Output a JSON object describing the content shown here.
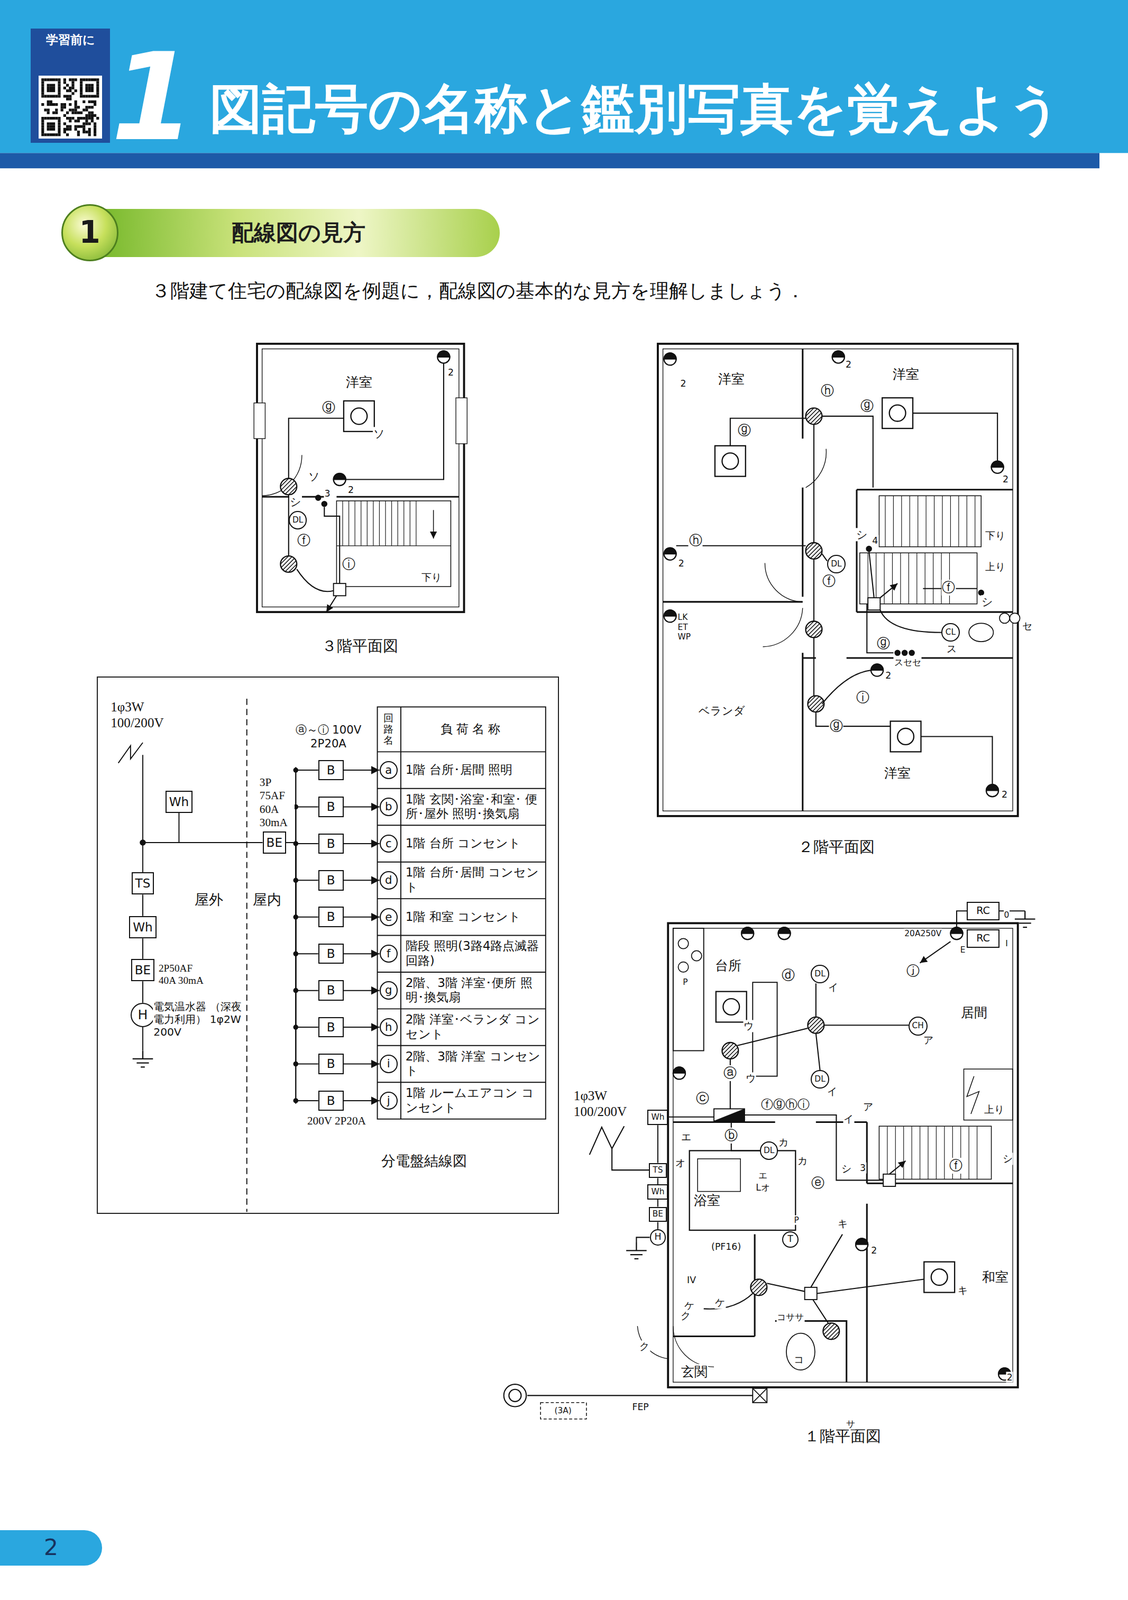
{
  "diagram": {
    "title": "図記号の名称と鑑別写真を覚えよう",
    "nodes": [
      {
        "text": [
          "学習前に"
        ]
      },
      {
        "text": [
          "1"
        ]
      },
      {
        "text": [
          "配線図の見方"
        ]
      },
      {
        "text": [
          "分電盤結線図"
        ]
      },
      {
        "text": [
          "Wh"
        ],
        "in": 3
      },
      {
        "text": [
          "BE"
        ],
        "in": 3
      },
      {
        "text": [
          "TS"
        ],
        "in": 3
      },
      {
        "text": [
          "Wh"
        ],
        "in": 3
      },
      {
        "text": [
          "BE"
        ],
        "in": 3
      },
      {
        "text": [
          "H"
        ],
        "in": 3
      },
      {
        "text": [
          "B"
        ],
        "in": 3
      },
      {
        "text": [
          "B"
        ],
        "in": 3
      },
      {
        "text": [
          "B"
        ],
        "in": 3
      },
      {
        "text": [
          "B"
        ],
        "in": 3
      },
      {
        "text": [
          "B"
        ],
        "in": 3
      },
      {
        "text": [
          "B"
        ],
        "in": 3
      },
      {
        "text": [
          "B"
        ],
        "in": 3
      },
      {
        "text": [
          "B"
        ],
        "in": 3
      },
      {
        "text": [
          "B"
        ],
        "in": 3
      },
      {
        "text": [
          "B"
        ],
        "in": 3
      },
      {
        "text": [
          "a"
        ],
        "in": 3
      },
      {
        "text": [
          "b"
        ],
        "in": 3
      },
      {
        "text": [
          "c"
        ],
        "in": 3
      },
      {
        "text": [
          "d"
        ],
        "in": 3
      },
      {
        "text": [
          "e"
        ],
        "in": 3
      },
      {
        "text": [
          "f"
        ],
        "in": 3
      },
      {
        "text": [
          "g"
        ],
        "in": 3
      },
      {
        "text": [
          "h"
        ],
        "in": 3
      },
      {
        "text": [
          "i"
        ],
        "in": 3
      },
      {
        "text": [
          "j"
        ],
        "in": 3
      },
      {
        "text": [
          "DL"
        ]
      },
      {
        "text": [
          "DL"
        ]
      },
      {
        "text": [
          "CL"
        ]
      },
      {
        "text": [
          "RC"
        ]
      },
      {
        "text": [
          "RC"
        ]
      },
      {
        "text": [
          "DL"
        ]
      },
      {
        "text": [
          "CH"
        ]
      },
      {
        "text": [
          "DL"
        ]
      },
      {
        "text": [
          "Wh"
        ]
      },
      {
        "text": [
          "DL"
        ]
      },
      {
        "text": [
          "TS"
        ]
      },
      {
        "text": [
          "Wh"
        ]
      },
      {
        "text": [
          "BE"
        ]
      },
      {
        "text": [
          "H"
        ]
      },
      {
        "text": [
          "T"
        ]
      },
      {
        "text": [
          "2"
        ]
      }
    ],
    "edges": [
      {
        "from": 6,
        "to": 7,
        "arrow": "none"
      },
      {
        "from": 7,
        "to": 8,
        "arrow": "none"
      },
      {
        "from": 8,
        "to": 9,
        "arrow": "none"
      },
      {
        "from": 4,
        "to": 5,
        "arrow": "none"
      },
      {
        "from": 5,
        "to": 10,
        "arrow": "none"
      },
      {
        "from": 5,
        "to": 11,
        "arrow": "none"
      },
      {
        "from": 5,
        "to": 12,
        "arrow": "none"
      },
      {
        "from": 5,
        "to": 13,
        "arrow": "none"
      },
      {
        "from": 5,
        "to": 14,
        "arrow": "none"
      },
      {
        "from": 5,
        "to": 15,
        "arrow": "none"
      },
      {
        "from": 5,
        "to": 16,
        "arrow": "none"
      },
      {
        "from": 5,
        "to": 17,
        "arrow": "none"
      },
      {
        "from": 5,
        "to": 18,
        "arrow": "none"
      },
      {
        "from": 5,
        "to": 19,
        "arrow": "none"
      },
      {
        "from": 10,
        "to": 20,
        "arrow": "to"
      },
      {
        "from": 11,
        "to": 21,
        "arrow": "to"
      },
      {
        "from": 12,
        "to": 22,
        "arrow": "to"
      },
      {
        "from": 13,
        "to": 23,
        "arrow": "to"
      },
      {
        "from": 14,
        "to": 24,
        "arrow": "to"
      },
      {
        "from": 15,
        "to": 25,
        "arrow": "to"
      },
      {
        "from": 16,
        "to": 26,
        "arrow": "to"
      },
      {
        "from": 17,
        "to": 27,
        "arrow": "to"
      },
      {
        "from": 18,
        "to": 28,
        "arrow": "to"
      },
      {
        "from": 19,
        "to": 29,
        "arrow": "to"
      },
      {
        "from": 38,
        "to": 40,
        "arrow": "none"
      },
      {
        "from": 40,
        "to": 41,
        "arrow": "none"
      },
      {
        "from": 41,
        "to": 42,
        "arrow": "none"
      },
      {
        "from": 42,
        "to": 43,
        "arrow": "none"
      }
    ],
    "labels": [
      "1",
      "３階建て住宅の配線図を例題に，配線図の基本的な見方を理解しましょう．",
      "３階平面図",
      "２階平面図",
      "１階平面図",
      "1φ3W 100/200V",
      "ⓐ～ⓘ 100V 2P20A",
      "3P 75AF 60A 30mA",
      "屋外",
      "屋内",
      "2P50AF 40A 30mA",
      "電気温水器 （深夜電力利用） 1φ2W 200V",
      "200V 2P20A",
      "回路名",
      "負荷名称",
      "1階 台所･居間 照明",
      "1階 玄関･浴室･和室･ 便所･屋外 照明･換気扇",
      "1階 台所 コンセント",
      "1階 台所･居間 コンセント",
      "1階 和室 コンセント",
      "階段 照明(3路4路点滅器回路)",
      "2階、3階 洋室･便所 照明･換気扇",
      "2階 洋室･ベランダ コンセント",
      "2階、3階 洋室 コンセント",
      "1階 ルームエアコン コンセント",
      "洋室",
      "ⓖ",
      "ソ",
      "2",
      "ソ",
      "2",
      "シ",
      "3",
      "ⓕ",
      "ⓘ",
      "下り",
      "洋室",
      "2",
      "2",
      "ⓗ",
      "洋室",
      "ⓖ",
      "ⓖ",
      "2",
      "ⓗ",
      "2",
      "シ",
      "4",
      "下り",
      "上り",
      "ⓕ",
      "ⓕ",
      "シ",
      "LK ET WP",
      "セ",
      "ⓖ",
      "ス",
      "スセセ",
      "2",
      "ⓘ",
      "ベランダ",
      "ⓖ",
      "洋室",
      "2",
      "0",
      "20A250V",
      "I",
      "E",
      "ⓙ",
      "台所",
      "P",
      "ⓓ",
      "イ",
      "居間",
      "ウ",
      "ア",
      "ⓐ",
      "ウ",
      "イ",
      "ⓒ",
      "ⓕⓖⓗⓘ",
      "ア",
      "イ",
      "上り",
      "1φ3W 100/200V",
      "ⓑ",
      "エ",
      "カ",
      "カ",
      "オ",
      "シ",
      "3",
      "ⓕ",
      "シ",
      "エ",
      "Lオ",
      "ⓔ",
      "浴室",
      "P",
      "キ",
      "2",
      "(PF16)",
      "IV",
      "和室",
      "キ",
      "ケ",
      "ケ",
      "ク",
      "コササ",
      "ク",
      "コ",
      "玄関",
      "2",
      "FEP",
      "(3A)",
      "サ"
    ]
  }
}
